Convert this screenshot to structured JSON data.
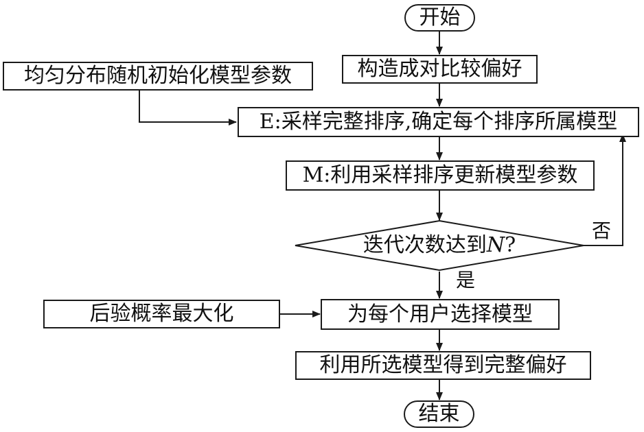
{
  "nodes": {
    "start": "开始",
    "build_pref": "构造成对比较偏好",
    "init": "均匀分布随机初始化模型参数",
    "e_step": "E:采样完整排序,确定每个排序所属模型",
    "m_step": "M:利用采样排序更新模型参数",
    "decision_prefix": "迭代次数达到",
    "decision_var": "N",
    "decision_suffix": "?",
    "map": "后验概率最大化",
    "select": "为每个用户选择模型",
    "complete": "利用所选模型得到完整偏好",
    "end": "结束"
  },
  "edges": {
    "no": "否",
    "yes": "是"
  }
}
